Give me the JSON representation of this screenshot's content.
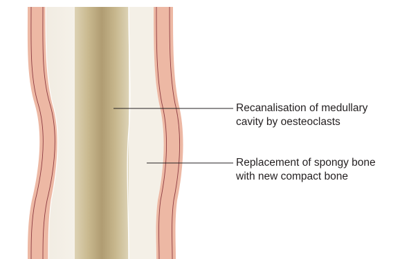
{
  "labels": {
    "recanalisation": {
      "line1": "Recanalisation of medullary",
      "line2": "cavity by oesteoclasts"
    },
    "replacement": {
      "line1": "Replacement of spongy bone",
      "line2": "with new compact bone"
    }
  },
  "colors": {
    "periosteum": "#edb8a4",
    "periosteum_edge": "#8c3a40",
    "compact_bone": "#f3efe6",
    "medullary_cavity_center": "#b5a27a",
    "medullary_cavity_edge": "#ddd2b4",
    "leader_line": "#231f20",
    "text": "#231f20"
  }
}
